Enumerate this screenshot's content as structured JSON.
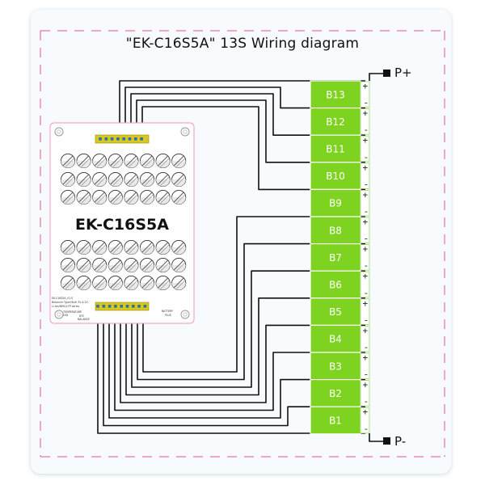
{
  "title": "\"EK-C16S5A\"  13S Wiring diagram",
  "board": {
    "name": "EK-C16S5A",
    "info_text": [
      "EK-C16S5A_V1.0",
      "Balancer Type:Multi 3V-4.2V",
      "Li-ion/NMC/LFP series"
    ],
    "left_connector_text": [
      "TEMPERATURE",
      "LED"
    ],
    "mid_text": [
      "NTC",
      "BALANCE"
    ],
    "right_connector_text": [
      "BATTERY",
      "PLUS"
    ]
  },
  "terminals": {
    "positive": "P+",
    "negative": "P-"
  },
  "batteries": [
    "B13",
    "B12",
    "B11",
    "B10",
    "B9",
    "B8",
    "B7",
    "B6",
    "B5",
    "B4",
    "B3",
    "B2",
    "B1"
  ],
  "signs": {
    "plus": "+",
    "minus": "-"
  },
  "colors": {
    "cell_green": "#7ed321",
    "frame_pink": "#e0539b",
    "wire": "#111111",
    "header_yellow": "#d8c81b"
  }
}
